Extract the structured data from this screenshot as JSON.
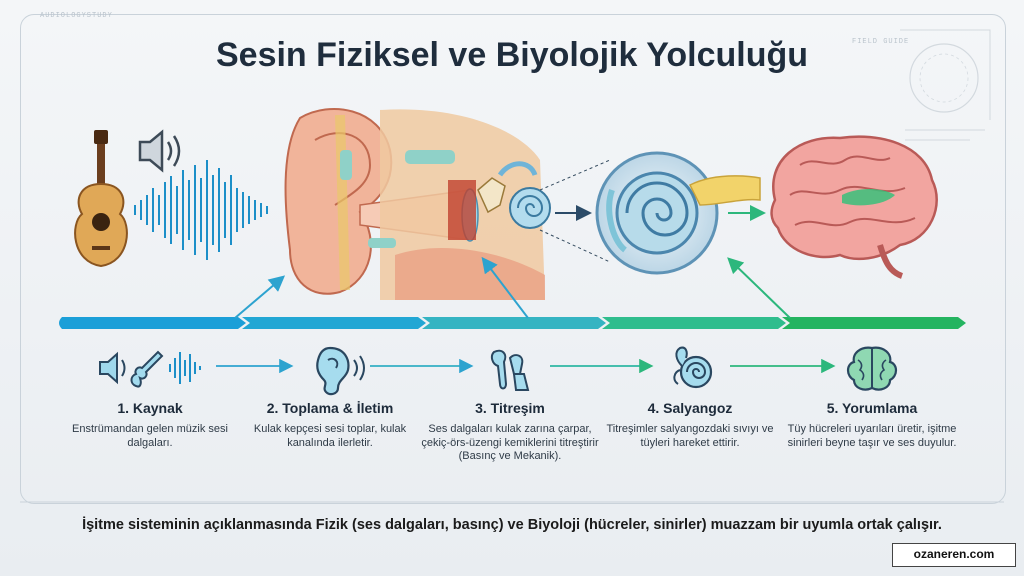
{
  "title": "Sesin Fiziksel ve Biyolojik Yolculuğu",
  "corner_labels": {
    "top_left": "AUDIOLOGYSTUDY",
    "top_right": "FIELD GUIDE"
  },
  "steps": [
    {
      "title": "1. Kaynak",
      "desc": "Enstrümandan gelen müzik sesi dalgaları.",
      "color": "#1aa0d6"
    },
    {
      "title": "2. Toplama & İletim",
      "desc": "Kulak kepçesi sesi toplar, kulak kanalında ilerletir.",
      "color": "#25a9c9"
    },
    {
      "title": "3. Titreşim",
      "desc": "Ses dalgaları kulak zarına çarpar, çekiç-örs-üzengi kemiklerini titreştirir (Basınç ve Mekanik).",
      "color": "#3ab6b8"
    },
    {
      "title": "4. Salyangoz",
      "desc": "Titreşimler salyangozdaki sıvıyı ve tüyleri hareket ettirir.",
      "color": "#2ebd8a"
    },
    {
      "title": "5. Yorumlama",
      "desc": "Tüy hücreleri uyarıları üretir, işitme sinirleri beyne taşır ve ses duyulur.",
      "color": "#27b66a"
    }
  ],
  "footer": "İşitme sisteminin açıklanmasında Fizik (ses dalgaları, basınç) ve Biyoloji (hücreler, sinirler) muazzam bir uyumla ortak çalışır.",
  "site": "ozaneren.com"
}
